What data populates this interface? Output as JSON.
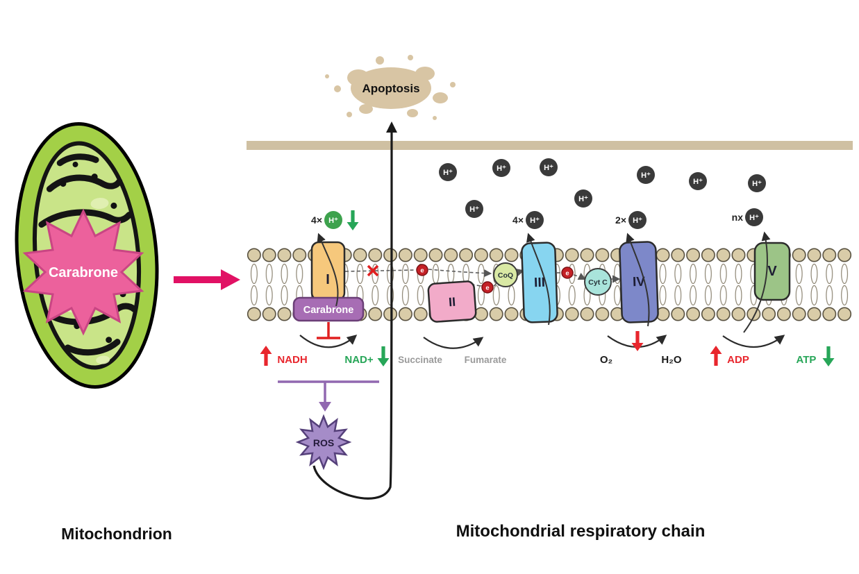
{
  "titles": {
    "mitochondrion": "Mitochondrion",
    "respiratory_chain": "Mitochondrial respiratory chain"
  },
  "carabrone": {
    "star_label": "Carabrone",
    "box_label": "Carabrone"
  },
  "apoptosis": {
    "label": "Apoptosis"
  },
  "ros": {
    "label": "ROS"
  },
  "protons": {
    "symbol": "H⁺",
    "complex1_multiplier": "4×",
    "complex3_multiplier": "4×",
    "complex4_multiplier": "2×",
    "complex5_multiplier": "nx"
  },
  "electron": {
    "symbol": "e"
  },
  "complexes": {
    "c1": "I",
    "c2": "II",
    "c3": "III",
    "c4": "IV",
    "c5": "V"
  },
  "carriers": {
    "coq": "CoQ",
    "cytc": "Cyt C"
  },
  "metabolites": {
    "nadh": "NADH",
    "nad": "NAD+",
    "succinate": "Succinate",
    "fumarate": "Fumarate",
    "o2": "O₂",
    "h2o": "H₂O",
    "adp": "ADP",
    "atp": "ATP"
  },
  "colors": {
    "complex1": "#f6c87c",
    "complex2": "#f2abc9",
    "complex3": "#87d5f0",
    "complex4": "#7d88c9",
    "complex5": "#9cc487",
    "carabrone_box": "#a76db4",
    "carabrone_star": "#ec619c",
    "treatment_arrow": "#e11164",
    "ros_star": "#a58cc8",
    "ros_purple_line": "#9168b0",
    "coq": "#d9e9a4",
    "cytc": "#a9e4db",
    "proton_dark": "#3a3a3a",
    "proton_green": "#3da24d",
    "electron": "#c42126",
    "increase_red": "#e8262d",
    "decrease_green": "#27a658",
    "inhibit_red": "#e02020",
    "muted_gray": "#9a9a9a",
    "membrane_tan": "#d9cca8",
    "outer_bar_tan": "#cfc0a2",
    "splatter_tan": "#d8c5a4",
    "mito_outer_green": "#a3d047",
    "mito_inner_green": "#c9e488"
  }
}
